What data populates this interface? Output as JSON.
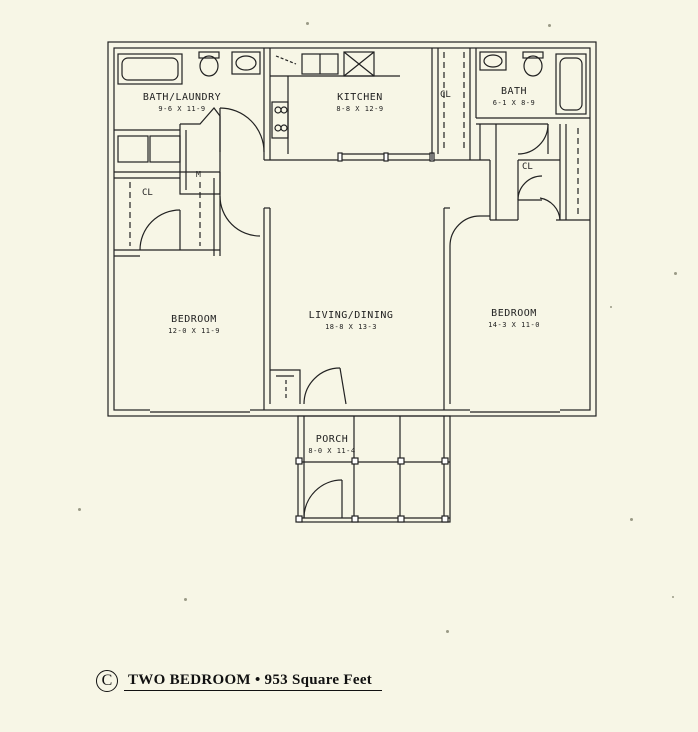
{
  "rooms": {
    "bath_laundry": {
      "name": "BATH/LAUNDRY",
      "dims": "9-6 X 11-9"
    },
    "kitchen": {
      "name": "KITCHEN",
      "dims": "8-8 X 12-9"
    },
    "bath": {
      "name": "BATH",
      "dims": "6-1 X 8-9"
    },
    "bedroom_left": {
      "name": "BEDROOM",
      "dims": "12-0 X 11-9"
    },
    "living_dining": {
      "name": "LIVING/DINING",
      "dims": "18-8 X 13-3"
    },
    "bedroom_right": {
      "name": "BEDROOM",
      "dims": "14-3 X 11-0"
    },
    "porch": {
      "name": "PORCH",
      "dims": "8-0 X 11-4"
    }
  },
  "closets": {
    "left": "CL",
    "kitchen": "CL",
    "right": "CL",
    "mech": "M"
  },
  "caption": {
    "badge": "C",
    "text": "TWO BEDROOM • 953 Square Feet"
  },
  "colors": {
    "paper": "#f7f6e6",
    "ink": "#222222"
  }
}
